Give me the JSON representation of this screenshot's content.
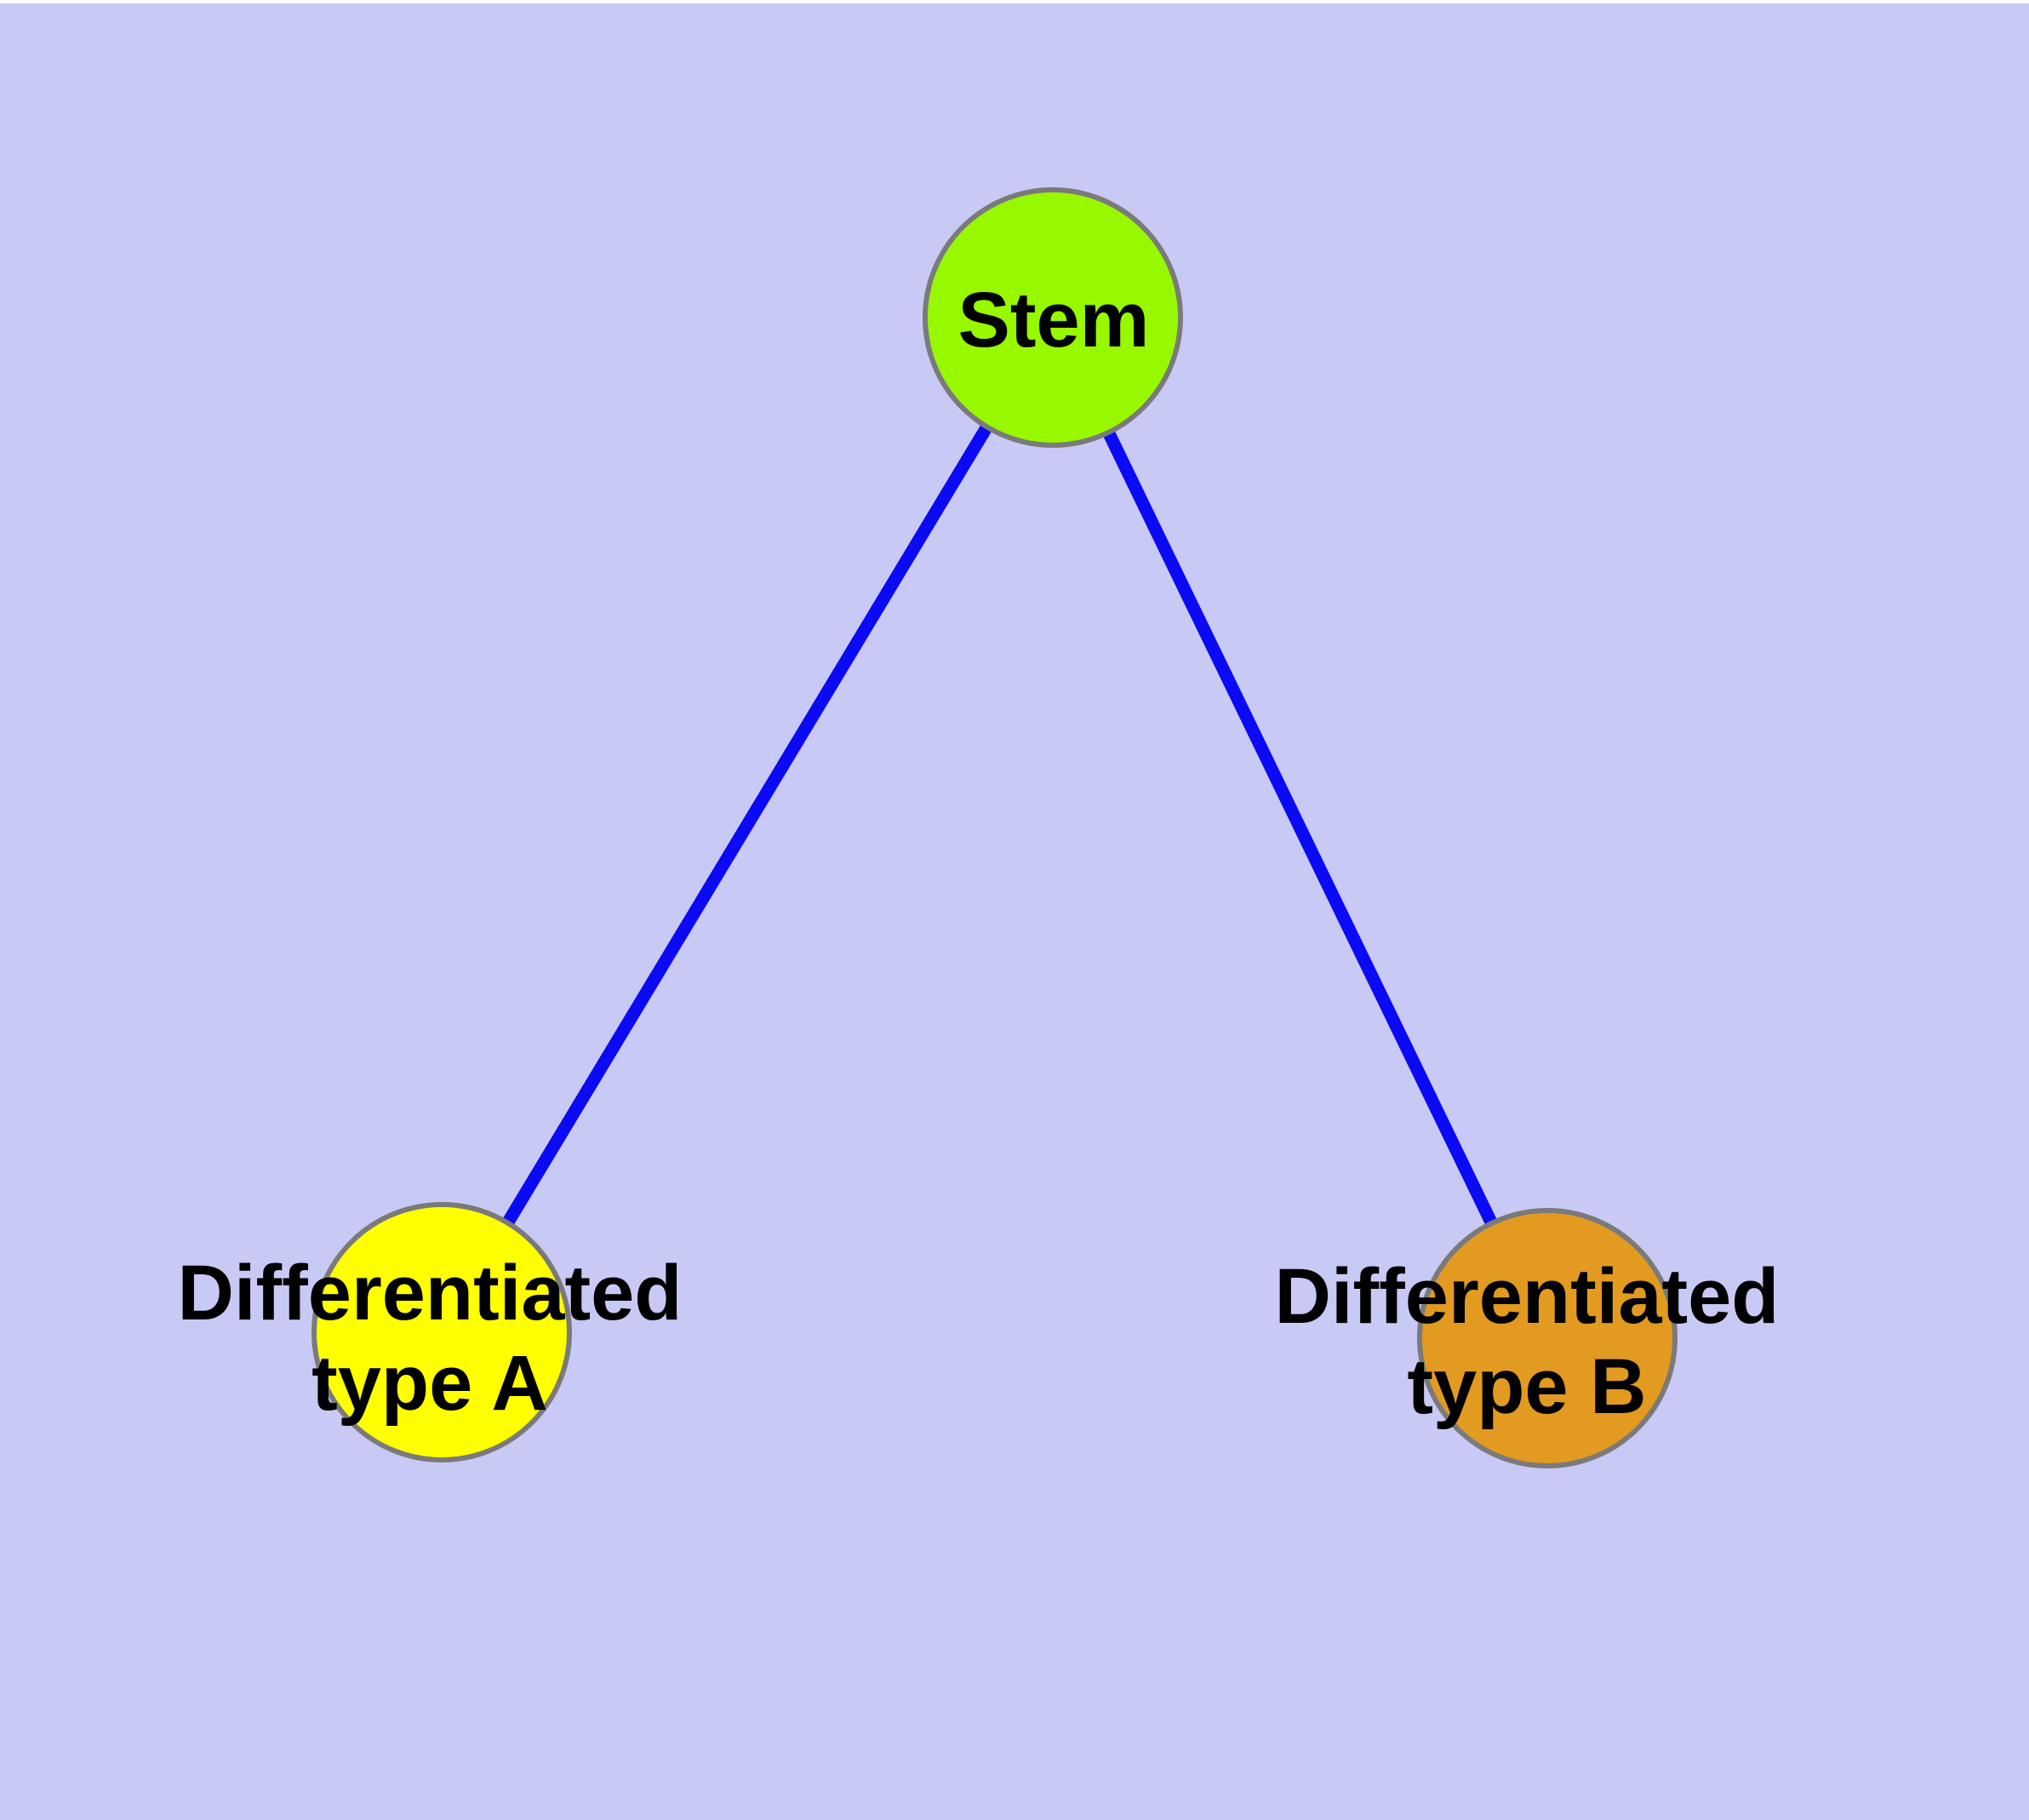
{
  "diagram": {
    "background_color": "#c9c9f5",
    "top_strip_color": "#ffffff",
    "edge_color": "#0a0af5",
    "node_border_color": "#7a7a7a",
    "text_color": "#000000",
    "nodes": [
      {
        "id": "stem",
        "label": "Stem",
        "fill": "#97f800"
      },
      {
        "id": "type-a",
        "label_line1": "Differentiated",
        "label_line2": "type A",
        "fill": "#ffff00"
      },
      {
        "id": "type-b",
        "label_line1": "Differentiated",
        "label_line2": "type B",
        "fill": "#e39a21"
      }
    ],
    "edges": [
      {
        "from": "Stem",
        "to": "Differentiated type A"
      },
      {
        "from": "Stem",
        "to": "Differentiated type B"
      }
    ]
  }
}
